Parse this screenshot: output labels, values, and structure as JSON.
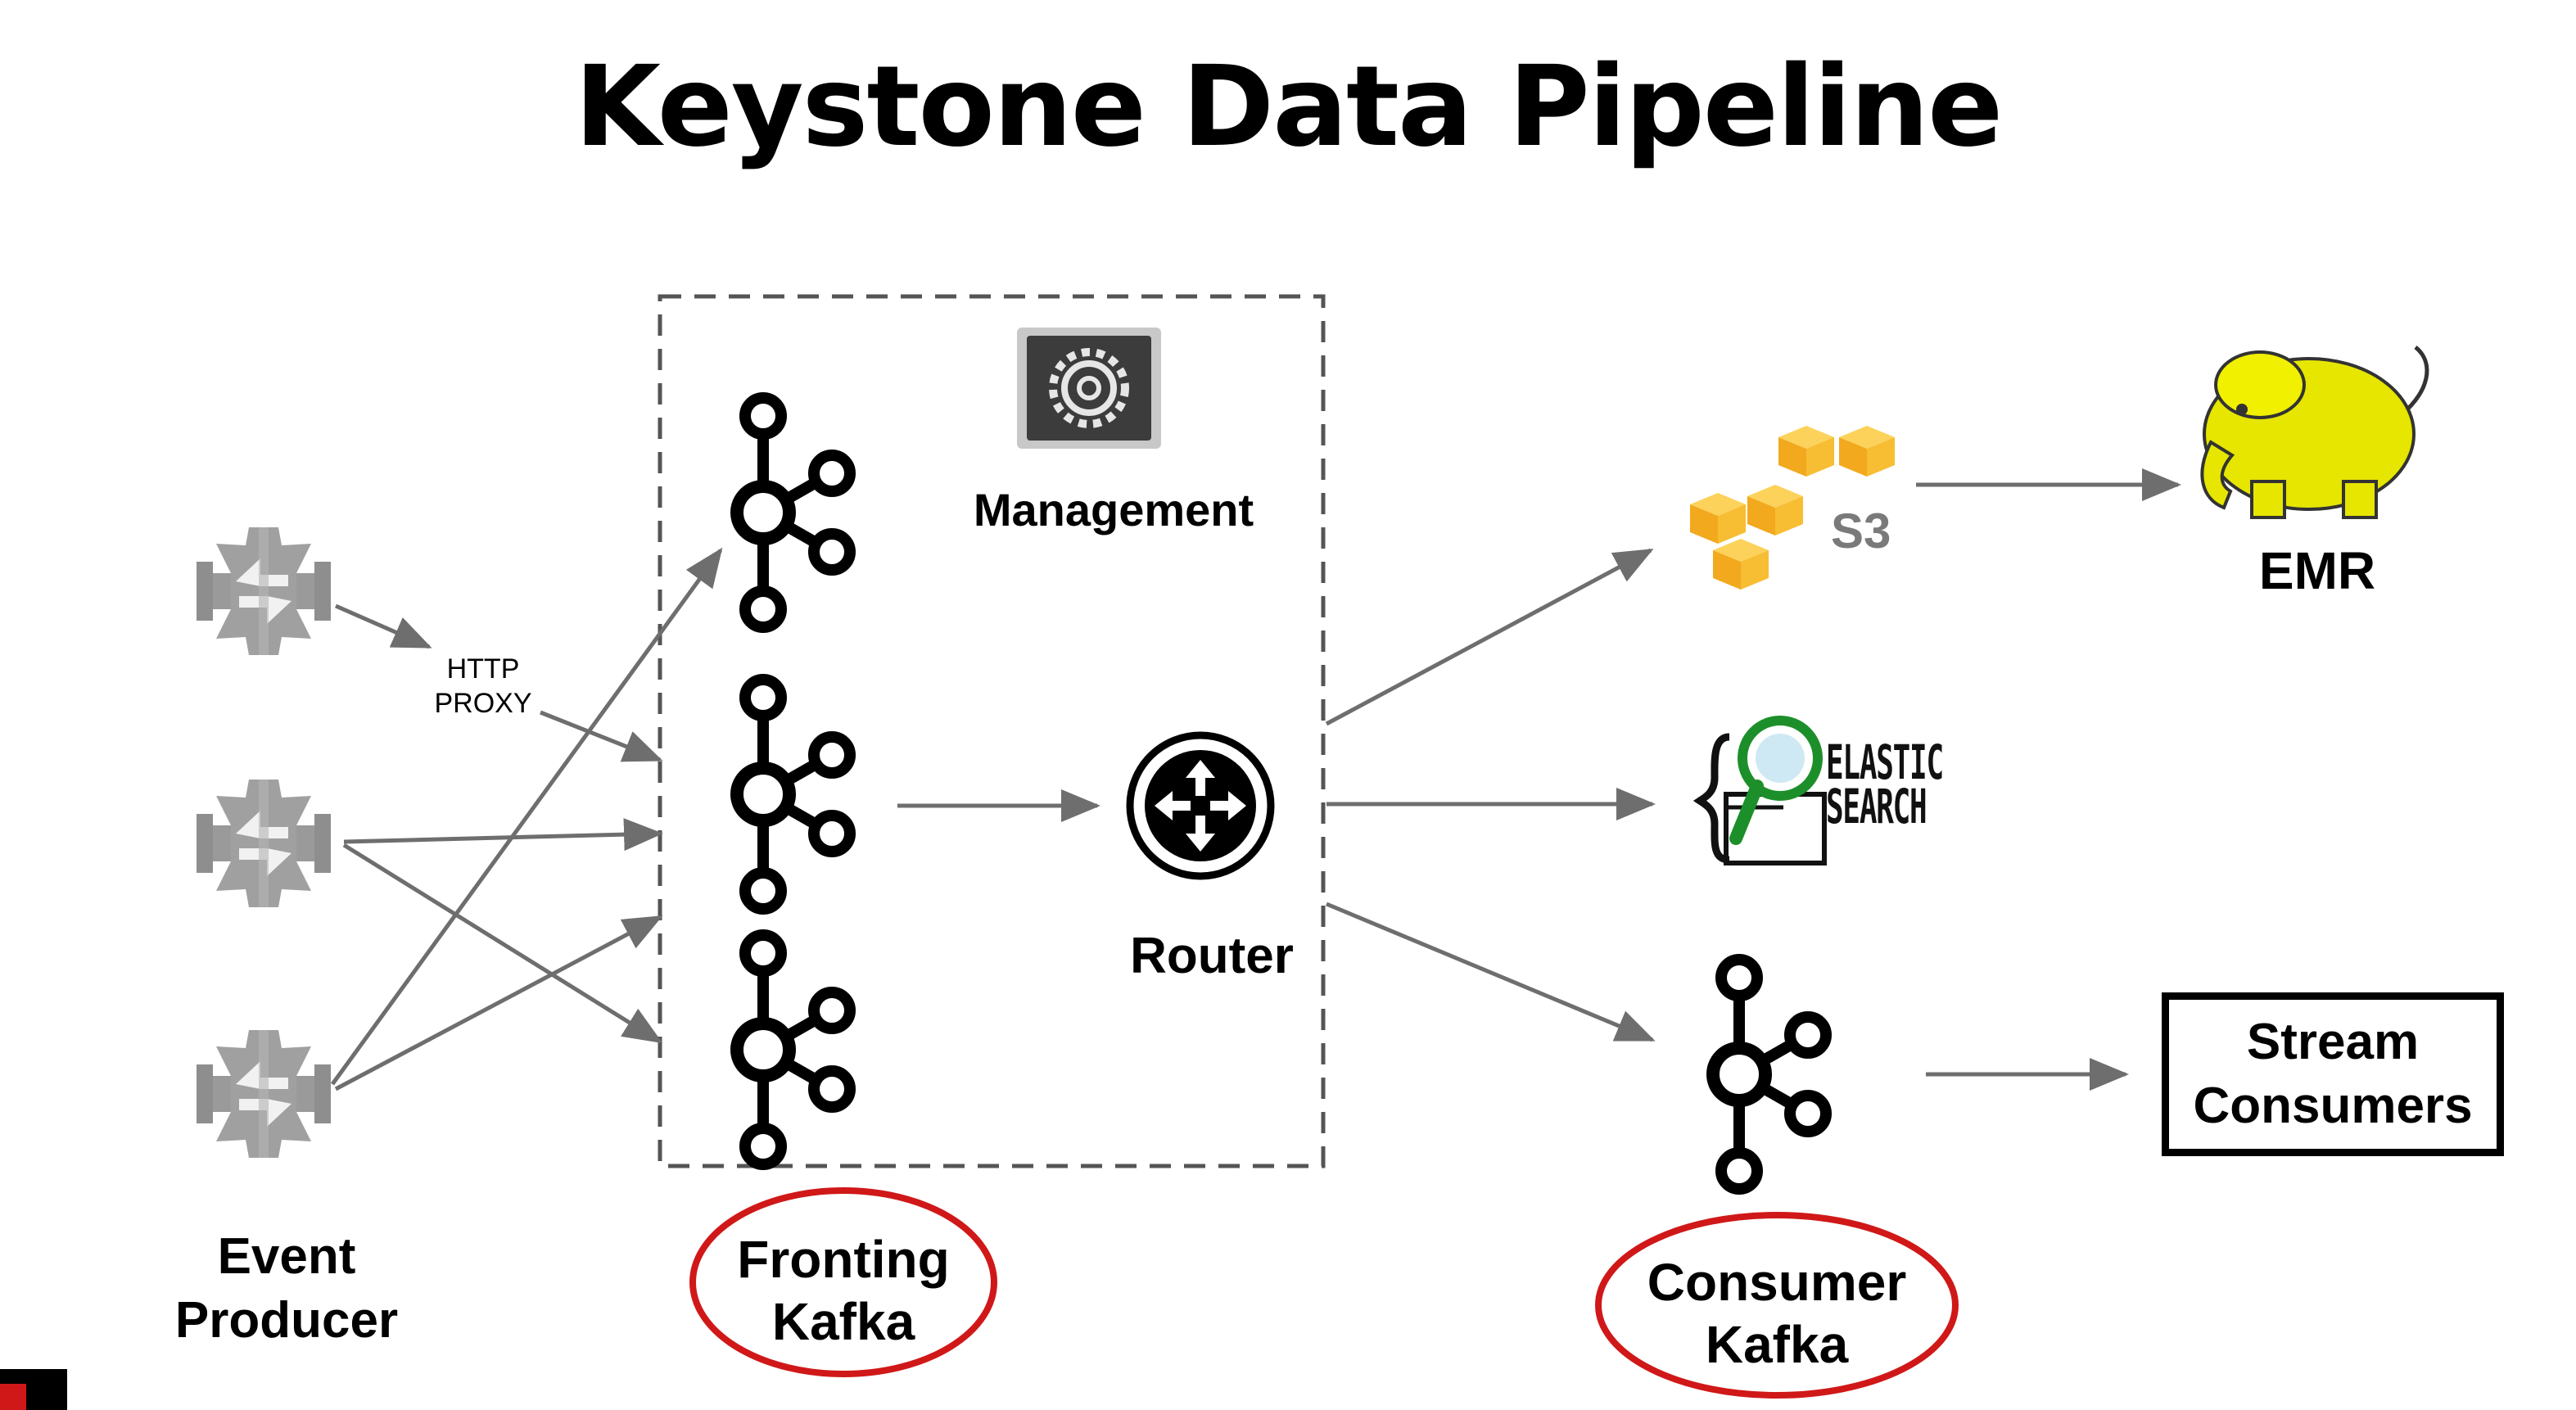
{
  "title": "Keystone Data Pipeline",
  "labels": {
    "management": "Management",
    "router": "Router",
    "s3": "S3",
    "emr": "EMR",
    "http_proxy": [
      "HTTP",
      "PROXY"
    ],
    "event_producer": [
      "Event",
      "Producer"
    ],
    "fronting_kafka": [
      "Fronting",
      "Kafka"
    ],
    "consumer_kafka": [
      "Consumer",
      "Kafka"
    ],
    "stream_consumers": [
      "Stream",
      "Consumers"
    ],
    "elastic_search": [
      "ELASTIC",
      "SEARCH"
    ]
  },
  "icons": {
    "producer": "event-producer-icon",
    "kafka": "kafka-icon",
    "management": "gear-icon",
    "router": "router-icon",
    "s3": "aws-s3-icon",
    "emr": "hadoop-elephant-icon",
    "elastic": "elasticsearch-icon"
  },
  "colors": {
    "arrow": "#6e6e6e",
    "highlight_circle": "#d01818",
    "hadoop_yellow": "#e6e600",
    "s3_orange": "#f6b826",
    "icon_gray": "#9a9a9a"
  }
}
